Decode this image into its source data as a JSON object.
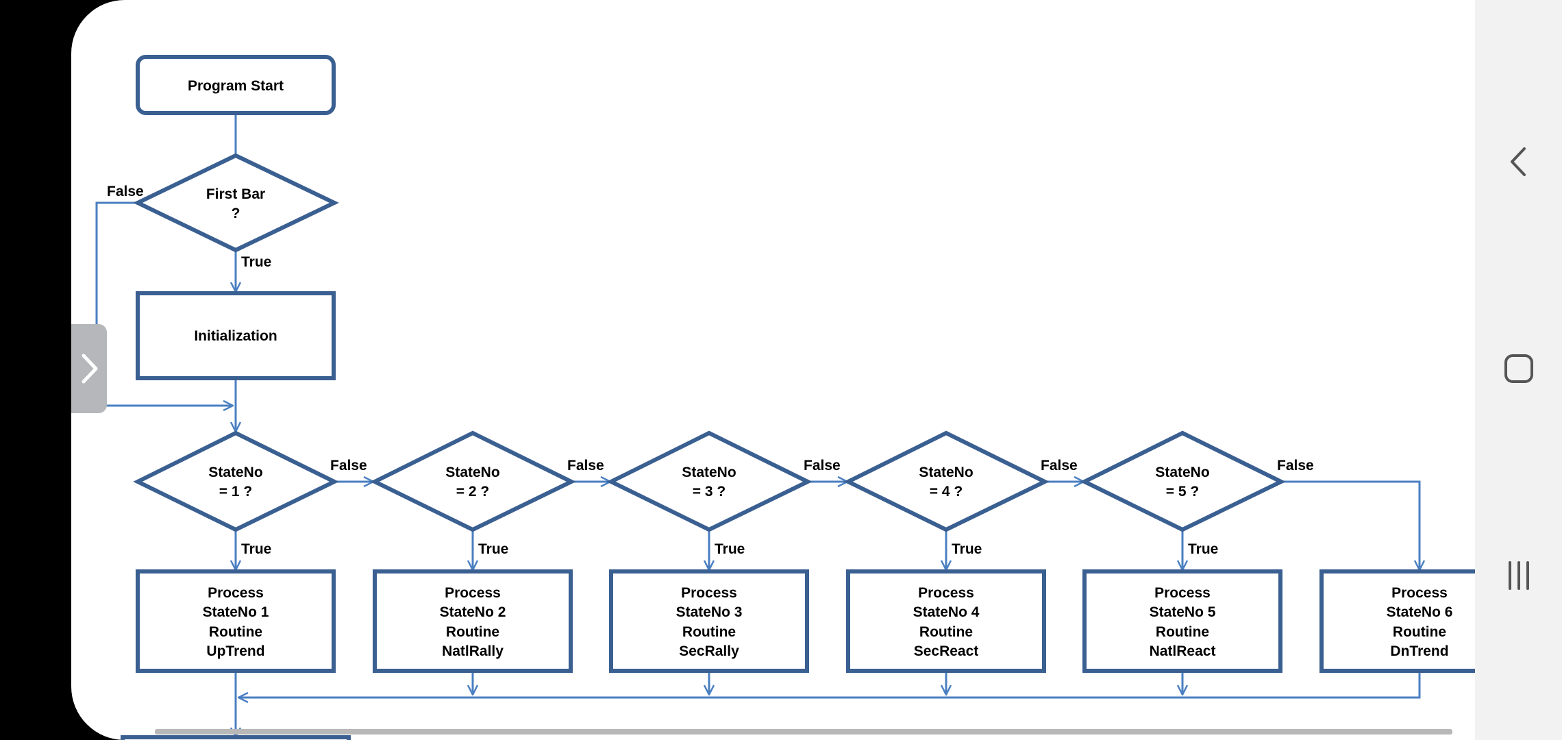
{
  "diagram": {
    "start": "Program Start",
    "first_bar": [
      "First Bar",
      "?"
    ],
    "init": "Initialization",
    "labels": {
      "true": "True",
      "false": "False"
    },
    "decisions": [
      {
        "l1": "StateNo",
        "l2": "= 1 ?"
      },
      {
        "l1": "StateNo",
        "l2": "= 2 ?"
      },
      {
        "l1": "StateNo",
        "l2": "= 3 ?"
      },
      {
        "l1": "StateNo",
        "l2": "= 4 ?"
      },
      {
        "l1": "StateNo",
        "l2": "= 5 ?"
      }
    ],
    "processes": [
      [
        "Process",
        "StateNo 1",
        "Routine",
        "UpTrend"
      ],
      [
        "Process",
        "StateNo 2",
        "Routine",
        "NatlRally"
      ],
      [
        "Process",
        "StateNo 3",
        "Routine",
        "SecRally"
      ],
      [
        "Process",
        "StateNo 4",
        "Routine",
        "SecReact"
      ],
      [
        "Process",
        "StateNo 5",
        "Routine",
        "NatlReact"
      ],
      [
        "Process",
        "StateNo 6",
        "Routine",
        "DnTrend"
      ]
    ]
  },
  "colors": {
    "shape_border": "#3a5f91",
    "line": "#4a7fc1",
    "navbar": "#f2f2f2",
    "nav_icon": "#555555"
  },
  "nav": {
    "back": "chevron-left-icon",
    "home": "home-square-icon",
    "recents": "recents-bars-icon",
    "handle": "chevron-right-icon"
  }
}
